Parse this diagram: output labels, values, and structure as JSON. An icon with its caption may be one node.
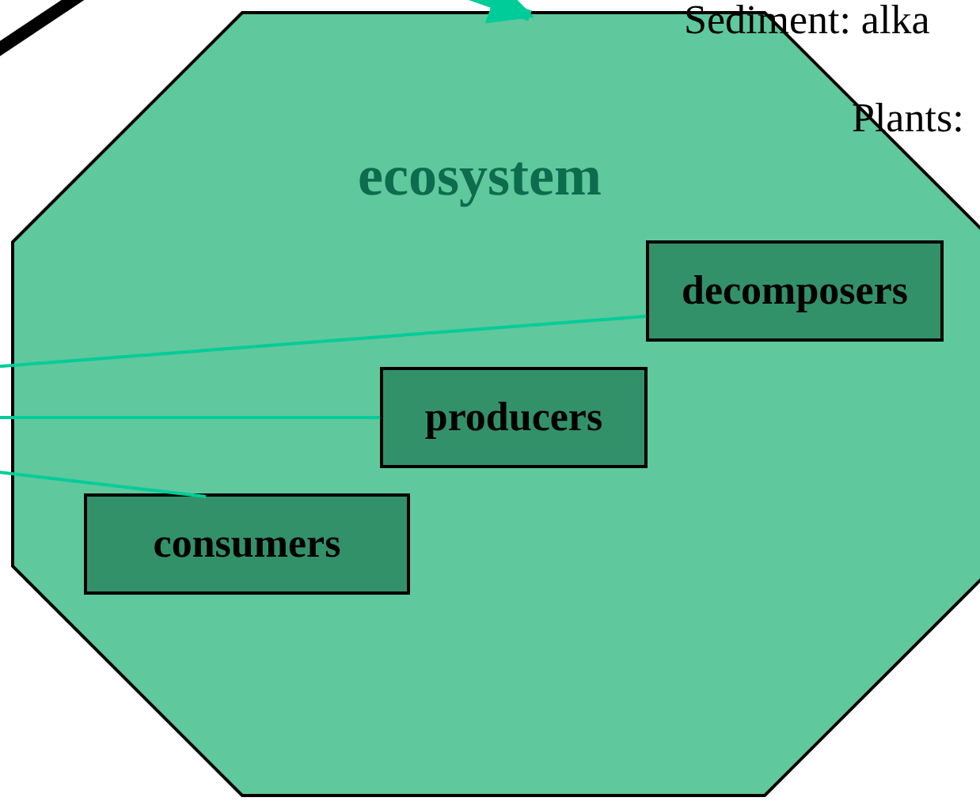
{
  "diagram": {
    "nodes": [
      {
        "text": [
          "ecosystem"
        ]
      },
      {
        "text": [
          "decomposers"
        ],
        "in": 0
      },
      {
        "text": [
          "producers"
        ],
        "in": 0
      },
      {
        "text": [
          "consumers"
        ],
        "in": 0
      }
    ],
    "edges": [
      {
        "from": null,
        "to": 0,
        "arrow": "to",
        "style": "thick"
      },
      {
        "from": null,
        "to": 1,
        "arrow": "none"
      },
      {
        "from": null,
        "to": 2,
        "arrow": "none"
      },
      {
        "from": null,
        "to": 3,
        "arrow": "none"
      }
    ],
    "labels": [
      "Sediment: alka",
      "Plants:"
    ]
  }
}
